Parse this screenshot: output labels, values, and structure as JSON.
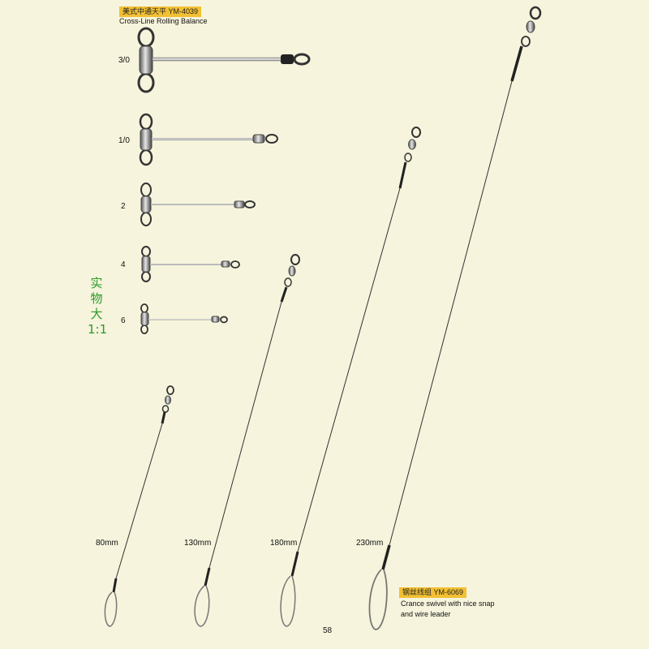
{
  "section_top": {
    "code_label": "美式中通天平  YM-4039",
    "title": "Cross-Line Rolling Balance",
    "sizes": [
      "3/0",
      "1/0",
      "2",
      "4",
      "6"
    ]
  },
  "scale_note": "实物大1:1",
  "section_bottom": {
    "code_label": "钢丝线组    YM-6069",
    "description_line1": "Crance swivel with nice snap",
    "description_line2": "and wire leader",
    "lengths": [
      "80mm",
      "130mm",
      "180mm",
      "230mm"
    ]
  },
  "page_number": "58",
  "colors": {
    "background": "#f6f4dc",
    "label_bg": "#f2c033",
    "scale_note": "#2a9a2a"
  }
}
